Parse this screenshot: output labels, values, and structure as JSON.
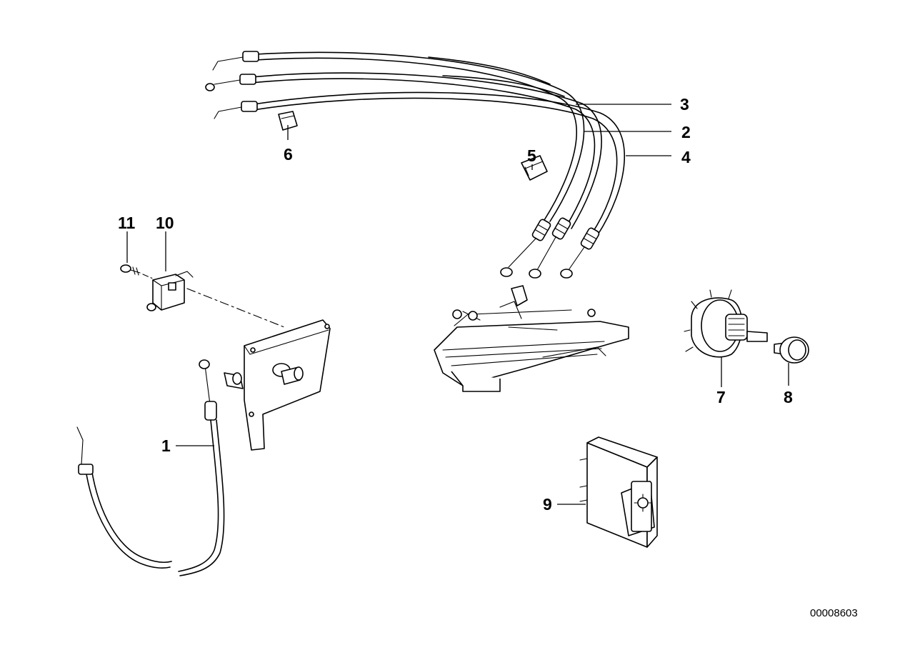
{
  "callouts": [
    "1",
    "2",
    "3",
    "4",
    "5",
    "6",
    "7",
    "8",
    "9",
    "10",
    "11"
  ],
  "document_number": "00008603"
}
